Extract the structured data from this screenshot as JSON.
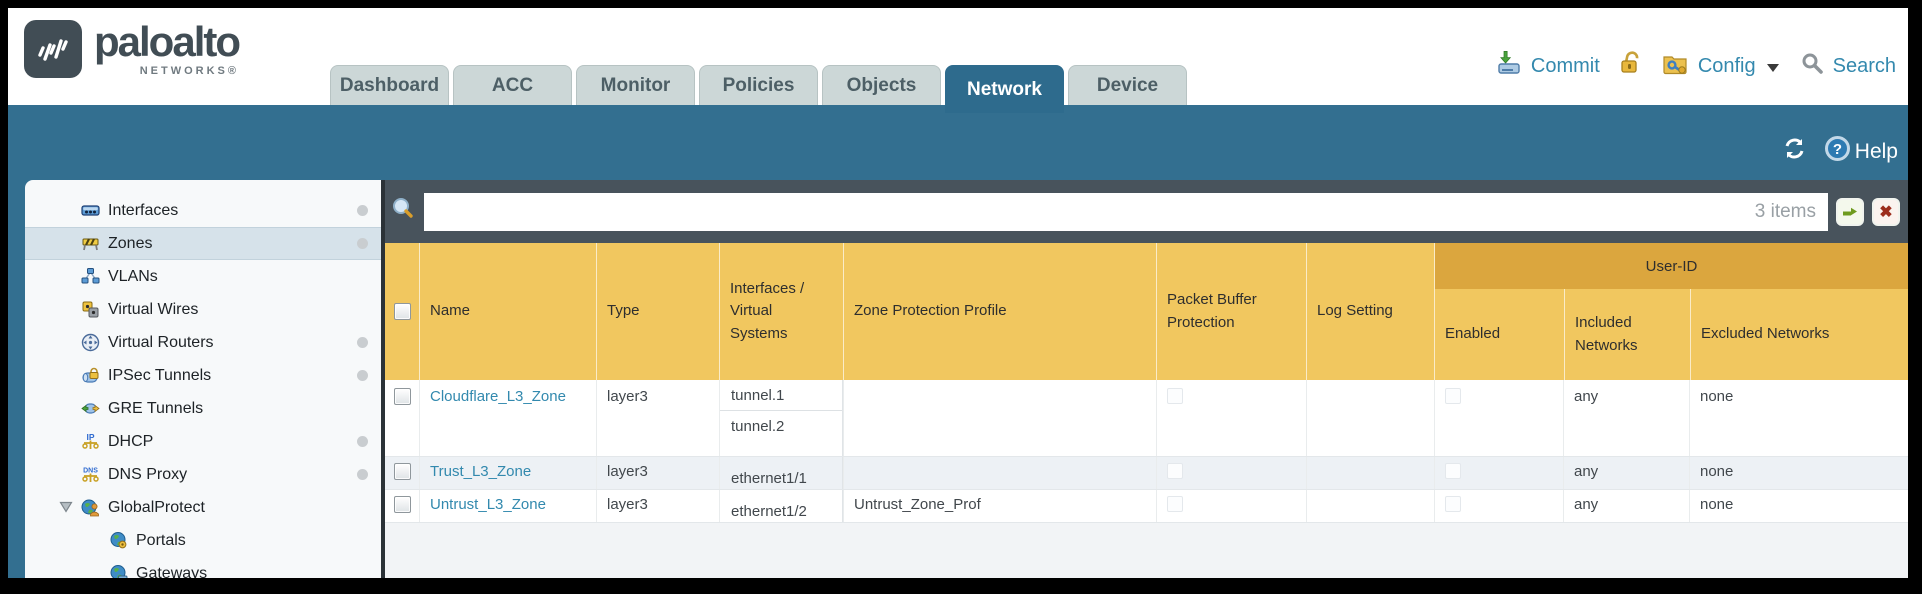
{
  "brand": {
    "name": "paloalto",
    "subtitle": "NETWORKS®"
  },
  "nav_tabs": {
    "items": [
      {
        "label": "Dashboard",
        "active": false
      },
      {
        "label": "ACC",
        "active": false
      },
      {
        "label": "Monitor",
        "active": false
      },
      {
        "label": "Policies",
        "active": false
      },
      {
        "label": "Objects",
        "active": false
      },
      {
        "label": "Network",
        "active": true
      },
      {
        "label": "Device",
        "active": false
      }
    ]
  },
  "top_actions": {
    "commit_label": "Commit",
    "config_label": "Config",
    "search_label": "Search"
  },
  "subheader": {
    "help_label": "Help"
  },
  "sidebar": {
    "items": [
      {
        "label": "Interfaces",
        "icon": "interfaces-icon",
        "selected": false,
        "dot": true
      },
      {
        "label": "Zones",
        "icon": "zones-icon",
        "selected": true,
        "dot": true
      },
      {
        "label": "VLANs",
        "icon": "vlans-icon",
        "selected": false,
        "dot": false
      },
      {
        "label": "Virtual Wires",
        "icon": "virtual-wires-icon",
        "selected": false,
        "dot": false
      },
      {
        "label": "Virtual Routers",
        "icon": "virtual-routers-icon",
        "selected": false,
        "dot": true
      },
      {
        "label": "IPSec Tunnels",
        "icon": "ipsec-tunnels-icon",
        "selected": false,
        "dot": true
      },
      {
        "label": "GRE Tunnels",
        "icon": "gre-tunnels-icon",
        "selected": false,
        "dot": false
      },
      {
        "label": "DHCP",
        "icon": "dhcp-icon",
        "selected": false,
        "dot": true
      },
      {
        "label": "DNS Proxy",
        "icon": "dns-proxy-icon",
        "selected": false,
        "dot": true
      },
      {
        "label": "GlobalProtect",
        "icon": "globalprotect-icon",
        "selected": false,
        "dot": false,
        "expanded": true
      },
      {
        "label": "Portals",
        "icon": "portals-icon",
        "selected": false,
        "dot": false,
        "indent": true
      },
      {
        "label": "Gateways",
        "icon": "gateways-icon",
        "selected": false,
        "dot": false,
        "indent": true
      }
    ]
  },
  "toolbar": {
    "items_count": "3 items"
  },
  "table": {
    "group_header": "User-ID",
    "columns": {
      "name": "Name",
      "type": "Type",
      "interfaces": "Interfaces / Virtual Systems",
      "zone_protection_profile": "Zone Protection Profile",
      "packet_buffer_protection": "Packet Buffer Protection",
      "log_setting": "Log Setting",
      "enabled": "Enabled",
      "included_networks": "Included Networks",
      "excluded_networks": "Excluded Networks"
    },
    "rows": [
      {
        "name": "Cloudflare_L3_Zone",
        "type": "layer3",
        "interfaces": [
          "tunnel.1",
          "tunnel.2"
        ],
        "zone_protection_profile": "",
        "log_setting": "",
        "included_networks": "any",
        "excluded_networks": "none"
      },
      {
        "name": "Trust_L3_Zone",
        "type": "layer3",
        "interfaces": [
          "ethernet1/1"
        ],
        "zone_protection_profile": "",
        "log_setting": "",
        "included_networks": "any",
        "excluded_networks": "none"
      },
      {
        "name": "Untrust_L3_Zone",
        "type": "layer3",
        "interfaces": [
          "ethernet1/2"
        ],
        "zone_protection_profile": "Untrust_Zone_Prof",
        "log_setting": "",
        "included_networks": "any",
        "excluded_networks": "none"
      }
    ]
  },
  "colors": {
    "teal": "#336f90",
    "slate": "#48535c",
    "header_amber": "#f1c75f",
    "header_amber_dark": "#dba63e",
    "link_blue": "#3289ae",
    "active_tab": "#2e6b8d"
  }
}
